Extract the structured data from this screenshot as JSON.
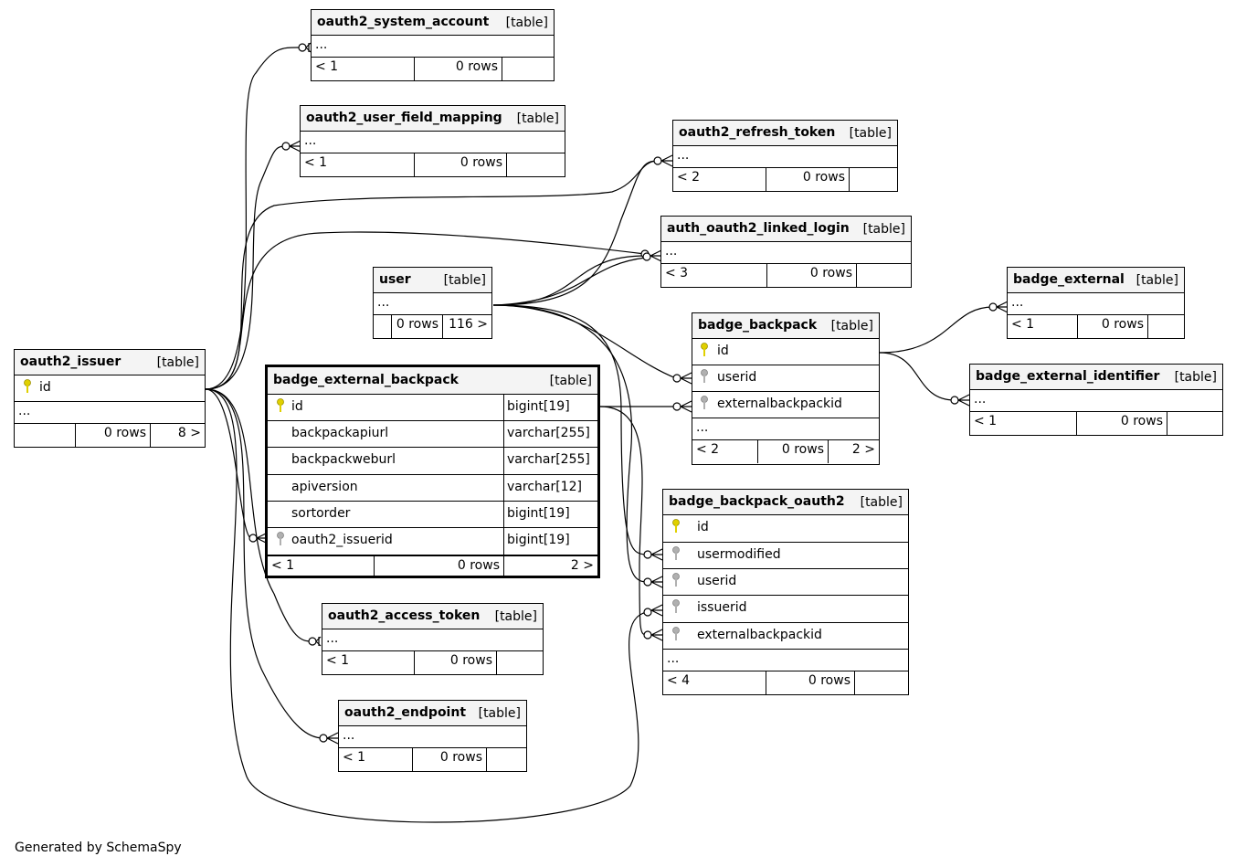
{
  "footer_text": "Generated by SchemaSpy",
  "colors": {
    "pk_key": "#e0d000",
    "fk_key": "#b0b0b0",
    "header_bg": "#f4f4f4"
  },
  "tables": {
    "oauth2_system_account": {
      "name": "oauth2_system_account",
      "type": "[table]",
      "ellipsis": "...",
      "children": "< 1",
      "rows": "0 rows",
      "parents": ""
    },
    "oauth2_user_field_mapping": {
      "name": "oauth2_user_field_mapping",
      "type": "[table]",
      "ellipsis": "...",
      "children": "< 1",
      "rows": "0 rows",
      "parents": ""
    },
    "oauth2_refresh_token": {
      "name": "oauth2_refresh_token",
      "type": "[table]",
      "ellipsis": "...",
      "children": "< 2",
      "rows": "0 rows",
      "parents": ""
    },
    "auth_oauth2_linked_login": {
      "name": "auth_oauth2_linked_login",
      "type": "[table]",
      "ellipsis": "...",
      "children": "< 3",
      "rows": "0 rows",
      "parents": ""
    },
    "user": {
      "name": "user",
      "type": "[table]",
      "ellipsis": "...",
      "children": "",
      "rows": "0 rows",
      "parents": "116 >"
    },
    "badge_external": {
      "name": "badge_external",
      "type": "[table]",
      "ellipsis": "...",
      "children": "< 1",
      "rows": "0 rows",
      "parents": ""
    },
    "badge_backpack": {
      "name": "badge_backpack",
      "type": "[table]",
      "columns": [
        {
          "name": "id",
          "key": "pk"
        },
        {
          "name": "userid",
          "key": "fk"
        },
        {
          "name": "externalbackpackid",
          "key": "fk"
        }
      ],
      "ellipsis": "...",
      "children": "< 2",
      "rows": "0 rows",
      "parents": "2 >"
    },
    "badge_external_identifier": {
      "name": "badge_external_identifier",
      "type": "[table]",
      "ellipsis": "...",
      "children": "< 1",
      "rows": "0 rows",
      "parents": ""
    },
    "oauth2_issuer": {
      "name": "oauth2_issuer",
      "type": "[table]",
      "columns": [
        {
          "name": "id",
          "key": "pk"
        }
      ],
      "ellipsis": "...",
      "children": "",
      "rows": "0 rows",
      "parents": "8 >"
    },
    "badge_external_backpack": {
      "name": "badge_external_backpack",
      "type": "[table]",
      "columns": [
        {
          "name": "id",
          "dtype": "bigint[19]",
          "key": "pk"
        },
        {
          "name": "backpackapiurl",
          "dtype": "varchar[255]",
          "key": ""
        },
        {
          "name": "backpackweburl",
          "dtype": "varchar[255]",
          "key": ""
        },
        {
          "name": "apiversion",
          "dtype": "varchar[12]",
          "key": ""
        },
        {
          "name": "sortorder",
          "dtype": "bigint[19]",
          "key": ""
        },
        {
          "name": "oauth2_issuerid",
          "dtype": "bigint[19]",
          "key": "fk"
        }
      ],
      "children": "< 1",
      "rows": "0 rows",
      "parents": "2 >"
    },
    "badge_backpack_oauth2": {
      "name": "badge_backpack_oauth2",
      "type": "[table]",
      "columns": [
        {
          "name": "id",
          "key": "pk"
        },
        {
          "name": "usermodified",
          "key": "fk"
        },
        {
          "name": "userid",
          "key": "fk"
        },
        {
          "name": "issuerid",
          "key": "fk"
        },
        {
          "name": "externalbackpackid",
          "key": "fk"
        }
      ],
      "ellipsis": "...",
      "children": "< 4",
      "rows": "0 rows",
      "parents": ""
    },
    "oauth2_access_token": {
      "name": "oauth2_access_token",
      "type": "[table]",
      "ellipsis": "...",
      "children": "< 1",
      "rows": "0 rows",
      "parents": ""
    },
    "oauth2_endpoint": {
      "name": "oauth2_endpoint",
      "type": "[table]",
      "ellipsis": "...",
      "children": "< 1",
      "rows": "0 rows",
      "parents": ""
    }
  }
}
